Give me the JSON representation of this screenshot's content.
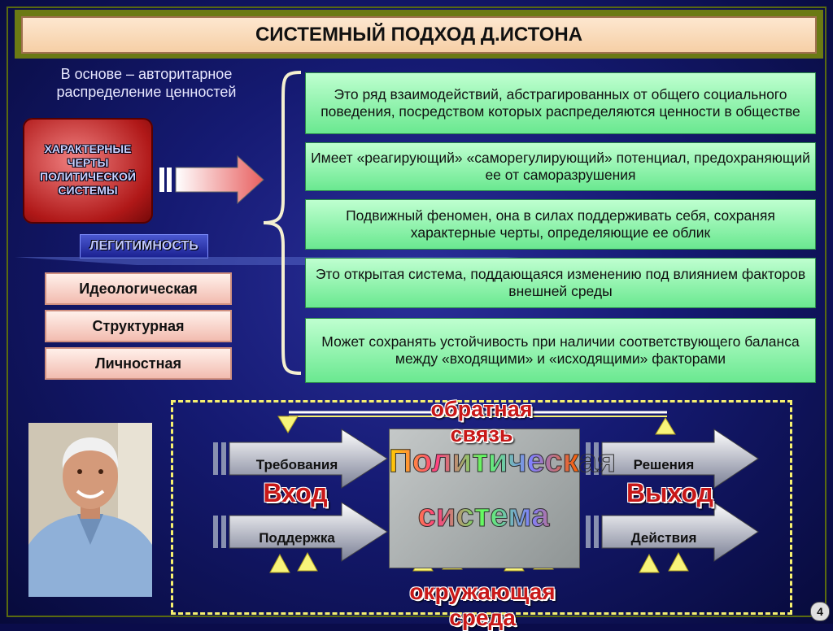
{
  "title": "СИСТЕМНЫЙ ПОДХОД Д.ИСТОНА",
  "left_intro": "В основе – авторитарное распределение ценностей",
  "red_box": "ХАРАКТЕРНЫЕ ЧЕРТЫ ПОЛИТИЧЕСКОЙ СИСТЕМЫ",
  "legitimacy": {
    "label": "ЛЕГИТИМНОСТЬ",
    "types": [
      "Идеологическая",
      "Структурная",
      "Личностная"
    ]
  },
  "features": [
    "Это ряд взаимодействий, абстрагированных от общего социального поведения, посредством которых распределяются ценности в обществе",
    "Имеет «реагирующий» «саморегулирующий» потенциал, предохраняющий ее от саморазрушения",
    "Подвижный феномен, она в силах поддерживать себя, сохраняя характерные черты, определяющие ее облик",
    "Это открытая система, поддающаяся изменению под влиянием факторов внешней среды",
    "Может сохранять устойчивость при наличии соответствующего баланса между «входящими» и «исходящими» факторами"
  ],
  "diagram": {
    "feedback": "обратная связь",
    "system_line1": "Политическая",
    "system_line2": "система",
    "input_label": "Вход",
    "output_label": "Выход",
    "inputs": [
      "Требования",
      "Поддержка"
    ],
    "outputs": [
      "Решения",
      "Действия"
    ],
    "environment": "окружающая среда"
  },
  "page_number": "4",
  "colors": {
    "accent_green": "#6ae890",
    "accent_red": "#c81818",
    "dash_yellow": "#f6f070"
  }
}
